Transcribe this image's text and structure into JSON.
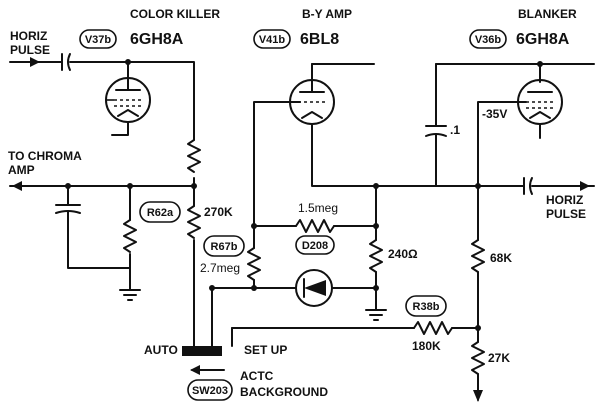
{
  "stages": {
    "color_killer": {
      "title": "COLOR KILLER",
      "tube": "6GH8A",
      "ref": "V37b"
    },
    "by_amp": {
      "title": "B-Y AMP",
      "tube": "6BL8",
      "ref": "V41b"
    },
    "blanker": {
      "title": "BLANKER",
      "tube": "6GH8A",
      "ref": "V36b"
    }
  },
  "signals": {
    "horiz_pulse_in": [
      "HORIZ",
      "PULSE"
    ],
    "to_chroma_amp": [
      "TO CHROMA",
      "AMP"
    ],
    "horiz_pulse_out": [
      "HORIZ",
      "PULSE"
    ]
  },
  "components": {
    "r62a": {
      "ref": "R62a",
      "value": "270K"
    },
    "r67b": {
      "ref": "R67b",
      "value": "2.7meg"
    },
    "r_1_5meg": {
      "value": "1.5meg"
    },
    "d208": {
      "ref": "D208"
    },
    "r_240": {
      "value": "240Ω"
    },
    "cap_1": {
      "value": ".1"
    },
    "supply": {
      "value": "-35V"
    },
    "r_68k": {
      "value": "68K"
    },
    "r38b": {
      "ref": "R38b",
      "value": "180K"
    },
    "r_27k": {
      "value": "27K"
    }
  },
  "switch": {
    "ref": "SW203",
    "left_label": "AUTO",
    "right_label": "SET UP",
    "caption": [
      "ACTC",
      "BACKGROUND"
    ]
  }
}
